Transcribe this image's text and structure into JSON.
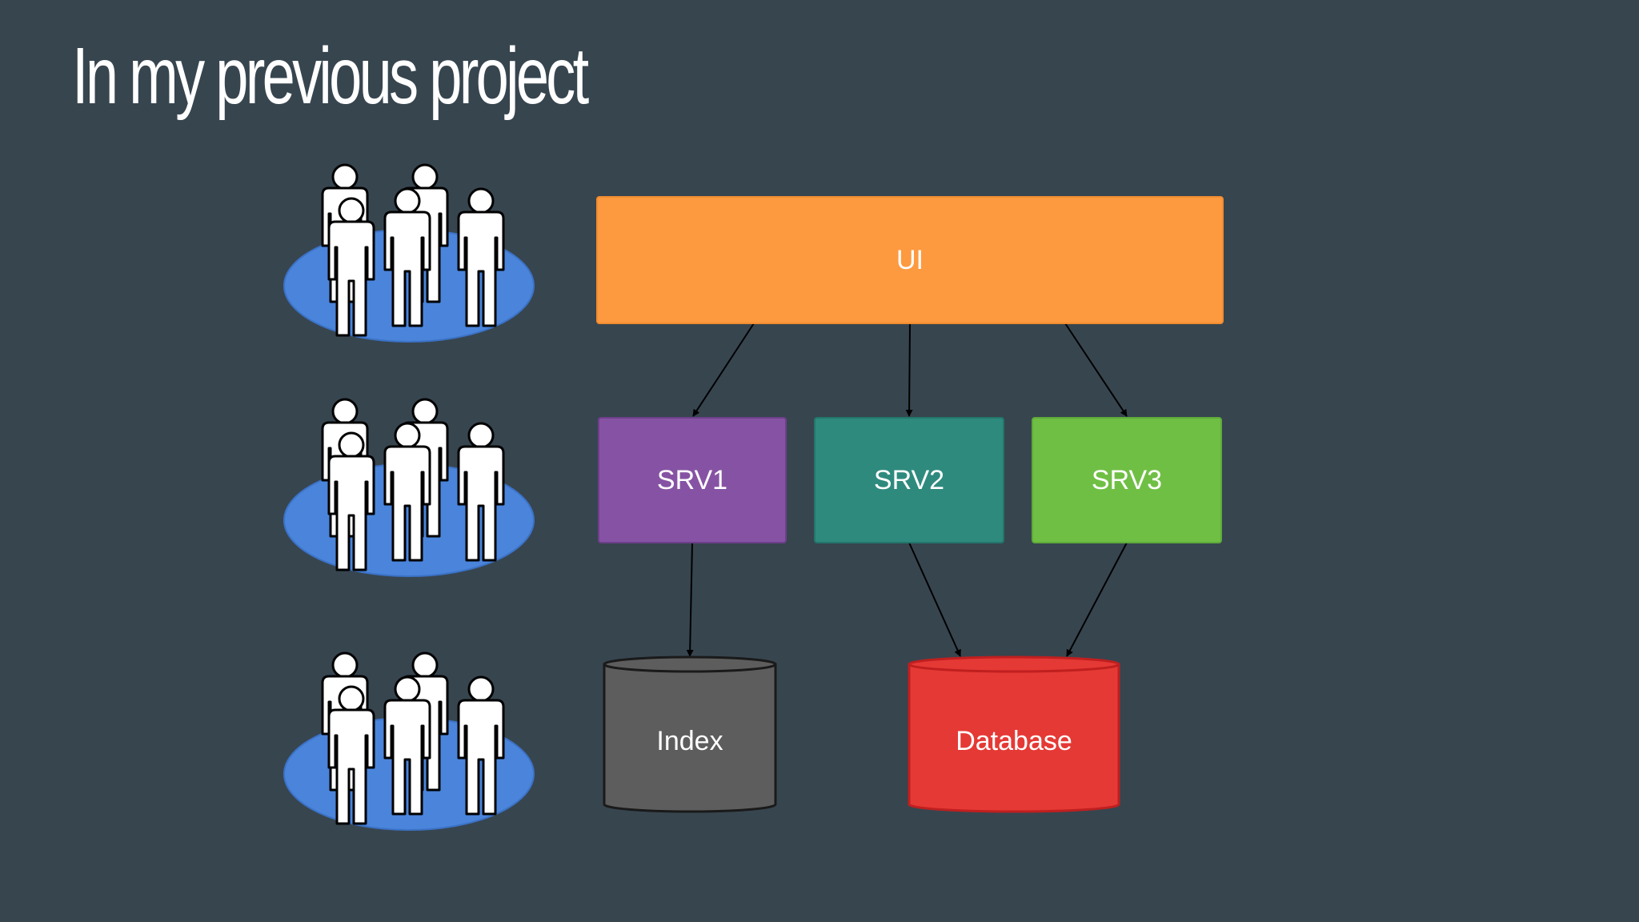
{
  "slide": {
    "title": "In my previous project"
  },
  "nodes": {
    "ui": {
      "label": "UI",
      "color": "#fd9a40"
    },
    "srv1": {
      "label": "SRV1",
      "color": "#8653a4"
    },
    "srv2": {
      "label": "SRV2",
      "color": "#2f8a7e"
    },
    "srv3": {
      "label": "SRV3",
      "color": "#70bf45"
    },
    "index": {
      "label": "Index",
      "color": "#5d5d5d"
    },
    "database": {
      "label": "Database",
      "color": "#e53935"
    }
  },
  "edges": [
    {
      "from": "UI",
      "to": "SRV1"
    },
    {
      "from": "UI",
      "to": "SRV2"
    },
    {
      "from": "UI",
      "to": "SRV3"
    },
    {
      "from": "SRV1",
      "to": "Index"
    },
    {
      "from": "SRV2",
      "to": "Database"
    },
    {
      "from": "SRV3",
      "to": "Database"
    }
  ],
  "icons": {
    "user_group": "people-group-icon",
    "group_platform_color": "#4a84db"
  }
}
